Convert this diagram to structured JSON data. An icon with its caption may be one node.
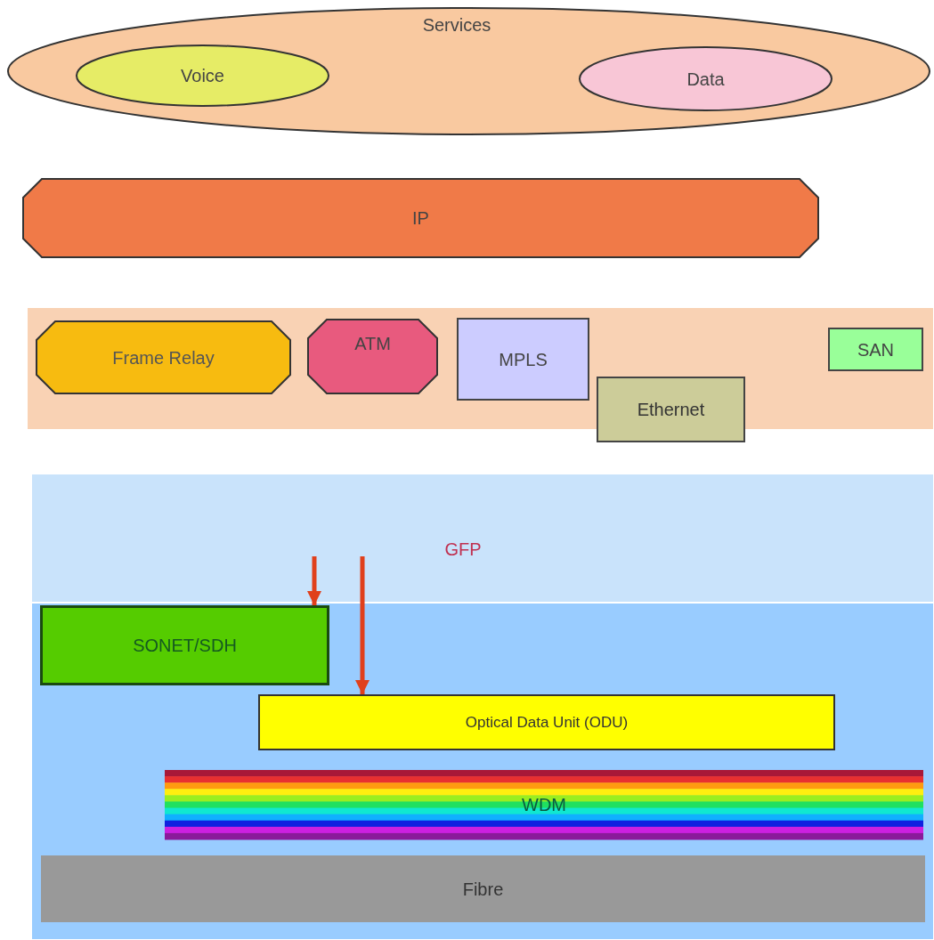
{
  "diagram": {
    "nodes": [
      {
        "text": [
          "Services"
        ]
      },
      {
        "text": [
          "Voice"
        ],
        "in": 0
      },
      {
        "text": [
          "Data"
        ],
        "in": 0
      },
      {
        "text": [
          "IP"
        ]
      },
      {
        "text": [],
        "shape": "box"
      },
      {
        "text": [
          "Frame Relay"
        ],
        "in": 4
      },
      {
        "text": [
          "ATM"
        ],
        "in": 4
      },
      {
        "text": [
          "MPLS"
        ],
        "in": 4
      },
      {
        "text": [
          "Ethernet"
        ]
      },
      {
        "text": [
          "SAN"
        ],
        "in": 4
      },
      {
        "text": [
          "GFP"
        ]
      },
      {
        "text": [],
        "shape": "box"
      },
      {
        "text": [
          "SONET/SDH"
        ],
        "in": 11
      },
      {
        "text": [
          "Optical Data Unit (ODU)"
        ],
        "in": 11
      },
      {
        "text": [
          "WDM"
        ],
        "in": 11
      },
      {
        "text": [
          "Fibre"
        ],
        "in": 11
      }
    ],
    "edges": [
      {
        "from": 10,
        "to": 12,
        "arrow": "to"
      },
      {
        "from": 10,
        "to": 13,
        "arrow": "to"
      }
    ]
  }
}
